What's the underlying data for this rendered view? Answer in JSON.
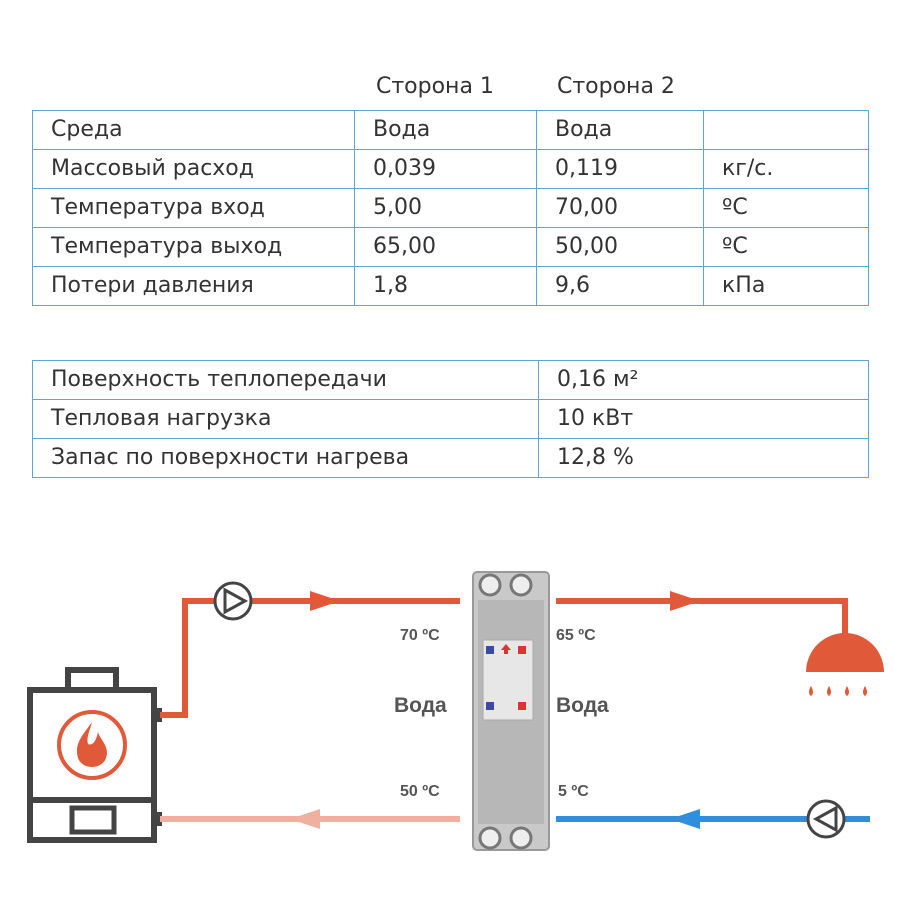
{
  "table1": {
    "col_headers": [
      "Сторона 1",
      "Сторона 2"
    ],
    "rows": [
      {
        "param": "Среда",
        "side1": "Вода",
        "side2": "Вода",
        "unit": ""
      },
      {
        "param": "Массовый расход",
        "side1": "0,039",
        "side2": "0,119",
        "unit": "кг/с."
      },
      {
        "param": "Температура вход",
        "side1": "5,00",
        "side2": "70,00",
        "unit": "ºС"
      },
      {
        "param": "Температура выход",
        "side1": "65,00",
        "side2": "50,00",
        "unit": "ºС"
      },
      {
        "param": "Потери давления",
        "side1": "1,8",
        "side2": "9,6",
        "unit": "кПа"
      }
    ]
  },
  "table2": {
    "rows": [
      {
        "param": "Поверхность теплопередачи",
        "value": "0,16  м²"
      },
      {
        "param": "Тепловая нагрузка",
        "value": "10 кВт"
      },
      {
        "param": "Запас по поверхности нагрева",
        "value": "12,8  %"
      }
    ]
  },
  "diagram": {
    "left_top_temp": "70 ºС",
    "right_top_temp": "65 ºС",
    "left_medium": "Вода",
    "right_medium": "Вода",
    "left_bottom_temp": "50 ºС",
    "right_bottom_temp": "5 ºС",
    "colors": {
      "hot": "#e05a3a",
      "hot_return": "#f0b0a0",
      "cold": "#2f8fdc",
      "line": "#444444",
      "table_border": "#5aa6d6"
    },
    "icons": [
      "boiler-icon",
      "pump-icon",
      "plate-heat-exchanger-icon",
      "shower-icon"
    ]
  }
}
